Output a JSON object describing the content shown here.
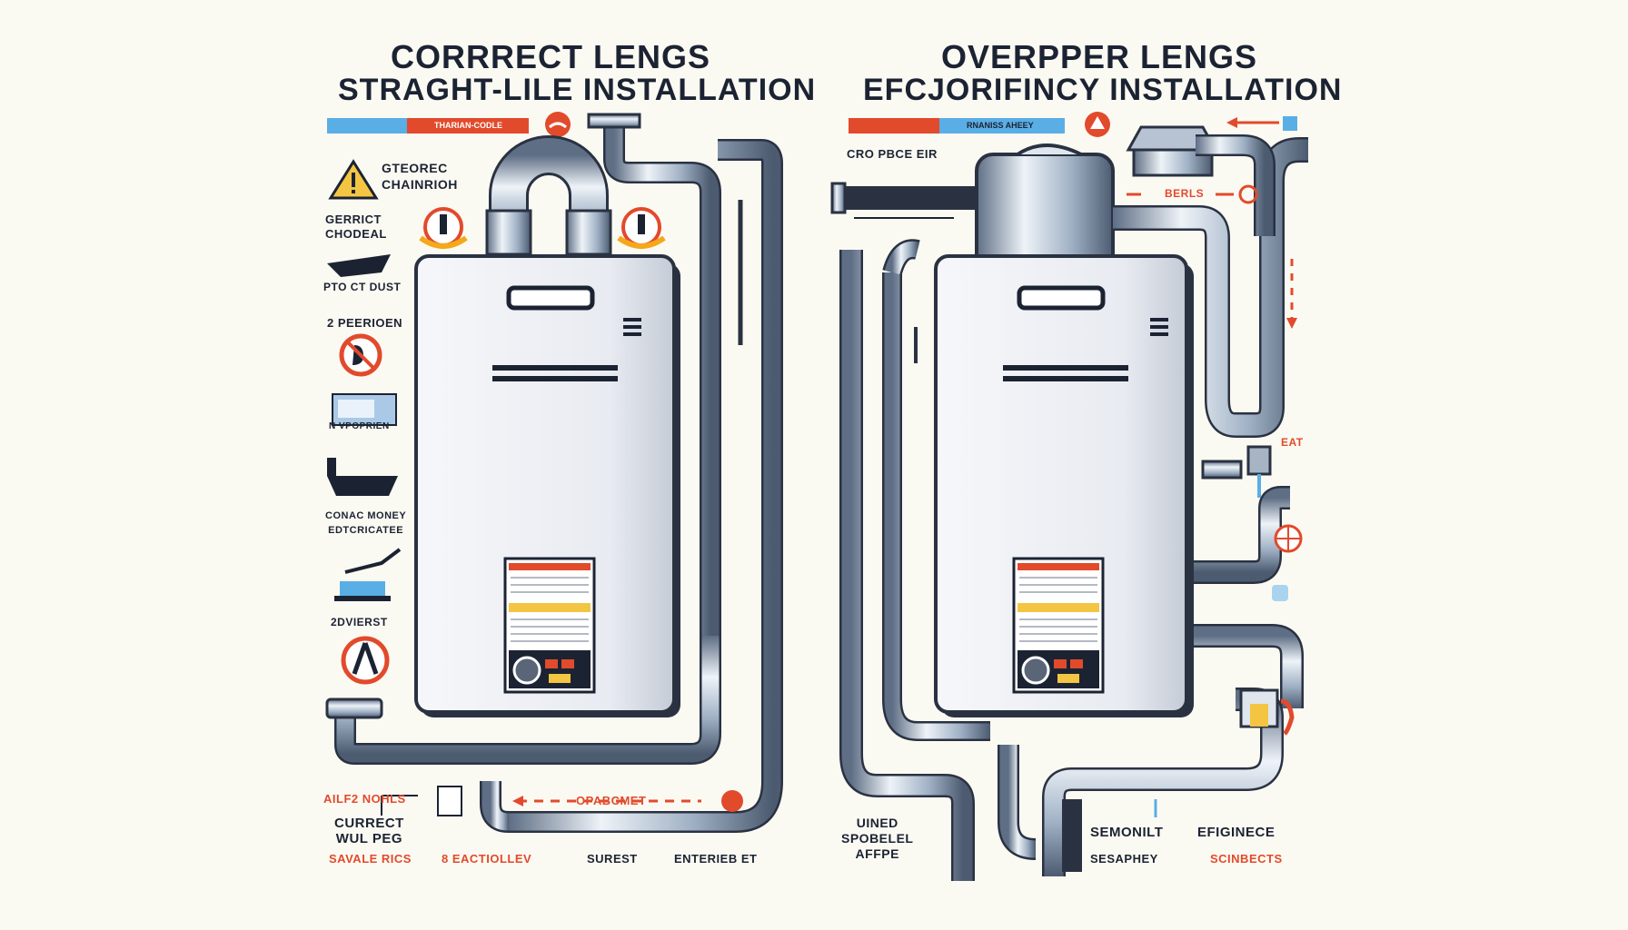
{
  "left_panel": {
    "title_line1": "CORRRECT LENGS",
    "title_line2": "STRAGHT-LILE INSTALLATION",
    "banner_label": "THARIAN-CODLE",
    "labels": {
      "warning": "GTEOREC\nCHAINRIOH",
      "gerrict": "GERRICT\nCHODEAL",
      "pto": "PTO CT DUST",
      "periden": "2 PEERIOEN",
      "vpoprien": "N VPOPRIEN",
      "conac": "CONAC MONEY\nEDTCRICATEE",
      "dvierst": "2DVIERST",
      "alef": "AILF2 NOHLS",
      "current": "CURRECT\nWUL PEG",
      "savale": "SAVALE RICS",
      "eactiorlev": "8 EACTIOLLEV",
      "surest": "SUREST",
      "enterieb": "ENTERIEB ET",
      "opabcmet": "OPABCMET"
    }
  },
  "right_panel": {
    "title_line1": "OVERPPER LENGS",
    "title_line2": "EFCJORIFINCY INSTALLATION",
    "banner_label": "RNANISS AHEEY",
    "labels": {
      "pbce": "CRO PBCE EIR",
      "berls": "BERLS",
      "eat": "EAT",
      "uined": "UINED\nSPOBELEL\nAFFPE",
      "semonilt": "SEMONILT",
      "sesaphey": "SESAPHEY",
      "efiginece": "EFIGINECE",
      "scinbects": "SCINBECTS"
    }
  },
  "colors": {
    "accent_red": "#e24a2c",
    "accent_blue": "#5aaee6",
    "dark": "#1b2333",
    "pipe": "#a7b4c4",
    "background": "#fbfaf2"
  }
}
